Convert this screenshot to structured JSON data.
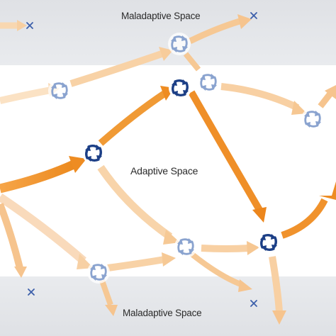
{
  "labels": {
    "top_space": "Maladaptive Space",
    "middle_space": "Adaptive Space",
    "bottom_space": "Maladaptive Space"
  },
  "colors": {
    "strong_arrow": "#ef8c24",
    "faded_arrow": "#f7cfa1",
    "node_strong": "#1c3f86",
    "node_faded": "#8aa3cf",
    "cross": "#3c5faa",
    "band": "#e3e5e8"
  },
  "icons": {
    "node": "cycle-arrows-icon",
    "dead_end": "cross-icon"
  }
}
